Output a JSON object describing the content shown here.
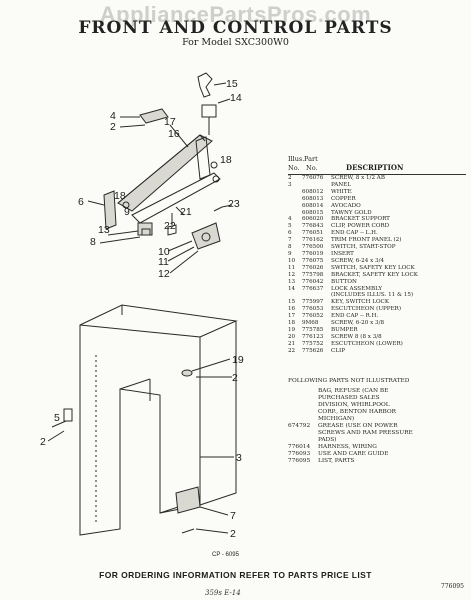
{
  "watermark": "AppliancePartsPros.com",
  "title": "FRONT AND CONTROL PARTS",
  "subtitle": "For Model SXC300W0",
  "header": {
    "illus": "Illus.",
    "no": "No.",
    "part": "Part",
    "part_no": "No.",
    "description": "DESCRIPTION"
  },
  "parts": [
    [
      "2",
      "776076",
      "SCREW, 8 x 1/2 AB"
    ],
    [
      "3",
      "",
      "PANEL"
    ],
    [
      "",
      "608012",
      "WHITE"
    ],
    [
      "",
      "608013",
      "COPPER"
    ],
    [
      "",
      "608014",
      "AVOCADO"
    ],
    [
      "",
      "608015",
      "TAWNY GOLD"
    ],
    [
      "4",
      "606020",
      "BRACKET SUPPORT"
    ],
    [
      "5",
      "776843",
      "CLIP, POWER CORD"
    ],
    [
      "6",
      "776051",
      "END CAP -- L.H."
    ],
    [
      "7",
      "776162",
      "TRIM FRONT PANEL (2)"
    ],
    [
      "8",
      "776500",
      "SWITCH, START-STOP"
    ],
    [
      "9",
      "776019",
      "INSERT"
    ],
    [
      "10",
      "776075",
      "SCREW, 6-24 x 3/4"
    ],
    [
      "11",
      "776026",
      "SWITCH, SAFETY KEY LOCK"
    ],
    [
      "12",
      "775798",
      "BRACKET, SAFETY KEY LOCK"
    ],
    [
      "13",
      "776042",
      "BUTTON"
    ],
    [
      "14",
      "776637",
      "LOCK ASSEMBLY"
    ],
    [
      "",
      "",
      "(INCLUDES ILLUS. 11 & 15)"
    ],
    [
      "15",
      "775997",
      "KEY, SWITCH LOCK"
    ],
    [
      "16",
      "776053",
      "ESCUTCHEON (UPPER)"
    ],
    [
      "17",
      "776052",
      "END CAP -- R.H."
    ],
    [
      "18",
      "9M68",
      "SCREW, 6-20 x 3/8"
    ],
    [
      "19",
      "775785",
      "BUMPER"
    ],
    [
      "20",
      "776123",
      "SCREW 8 (8 x 3/8"
    ],
    [
      "21",
      "775752",
      "ESCUTCHEON (LOWER)"
    ],
    [
      "22",
      "775626",
      "CLIP"
    ]
  ],
  "not_illustrated": {
    "heading": "FOLLOWING PARTS NOT ILLUSTRATED",
    "items": [
      [
        "",
        "BAG, REFUSE (CAN BE"
      ],
      [
        "",
        "PURCHASED SALES"
      ],
      [
        "",
        "DIVISION, WHIRLPOOL"
      ],
      [
        "",
        "CORP., BENTON HARBOR"
      ],
      [
        "",
        "MICHIGAN)"
      ],
      [
        "674792",
        "GREASE (USE ON POWER"
      ],
      [
        "",
        "SCREWS AND RAM PRESSURE"
      ],
      [
        "",
        "PADS)"
      ],
      [
        "776014",
        "HARNESS, WIRING"
      ],
      [
        "776093",
        "USE AND CARE GUIDE"
      ],
      [
        "776095",
        "LIST, PARTS"
      ]
    ]
  },
  "callouts": [
    "15",
    "14",
    "4",
    "2",
    "17",
    "16",
    "18",
    "6",
    "18",
    "9",
    "23",
    "13",
    "8",
    "22",
    "21",
    "10",
    "11",
    "12",
    "19",
    "2",
    "5",
    "2",
    "3",
    "7",
    "2"
  ],
  "cp_label": "CP - 6095",
  "footer": "FOR ORDERING INFORMATION REFER TO PARTS PRICE LIST",
  "doc_number": "776095",
  "handwriting": "359s E-14"
}
